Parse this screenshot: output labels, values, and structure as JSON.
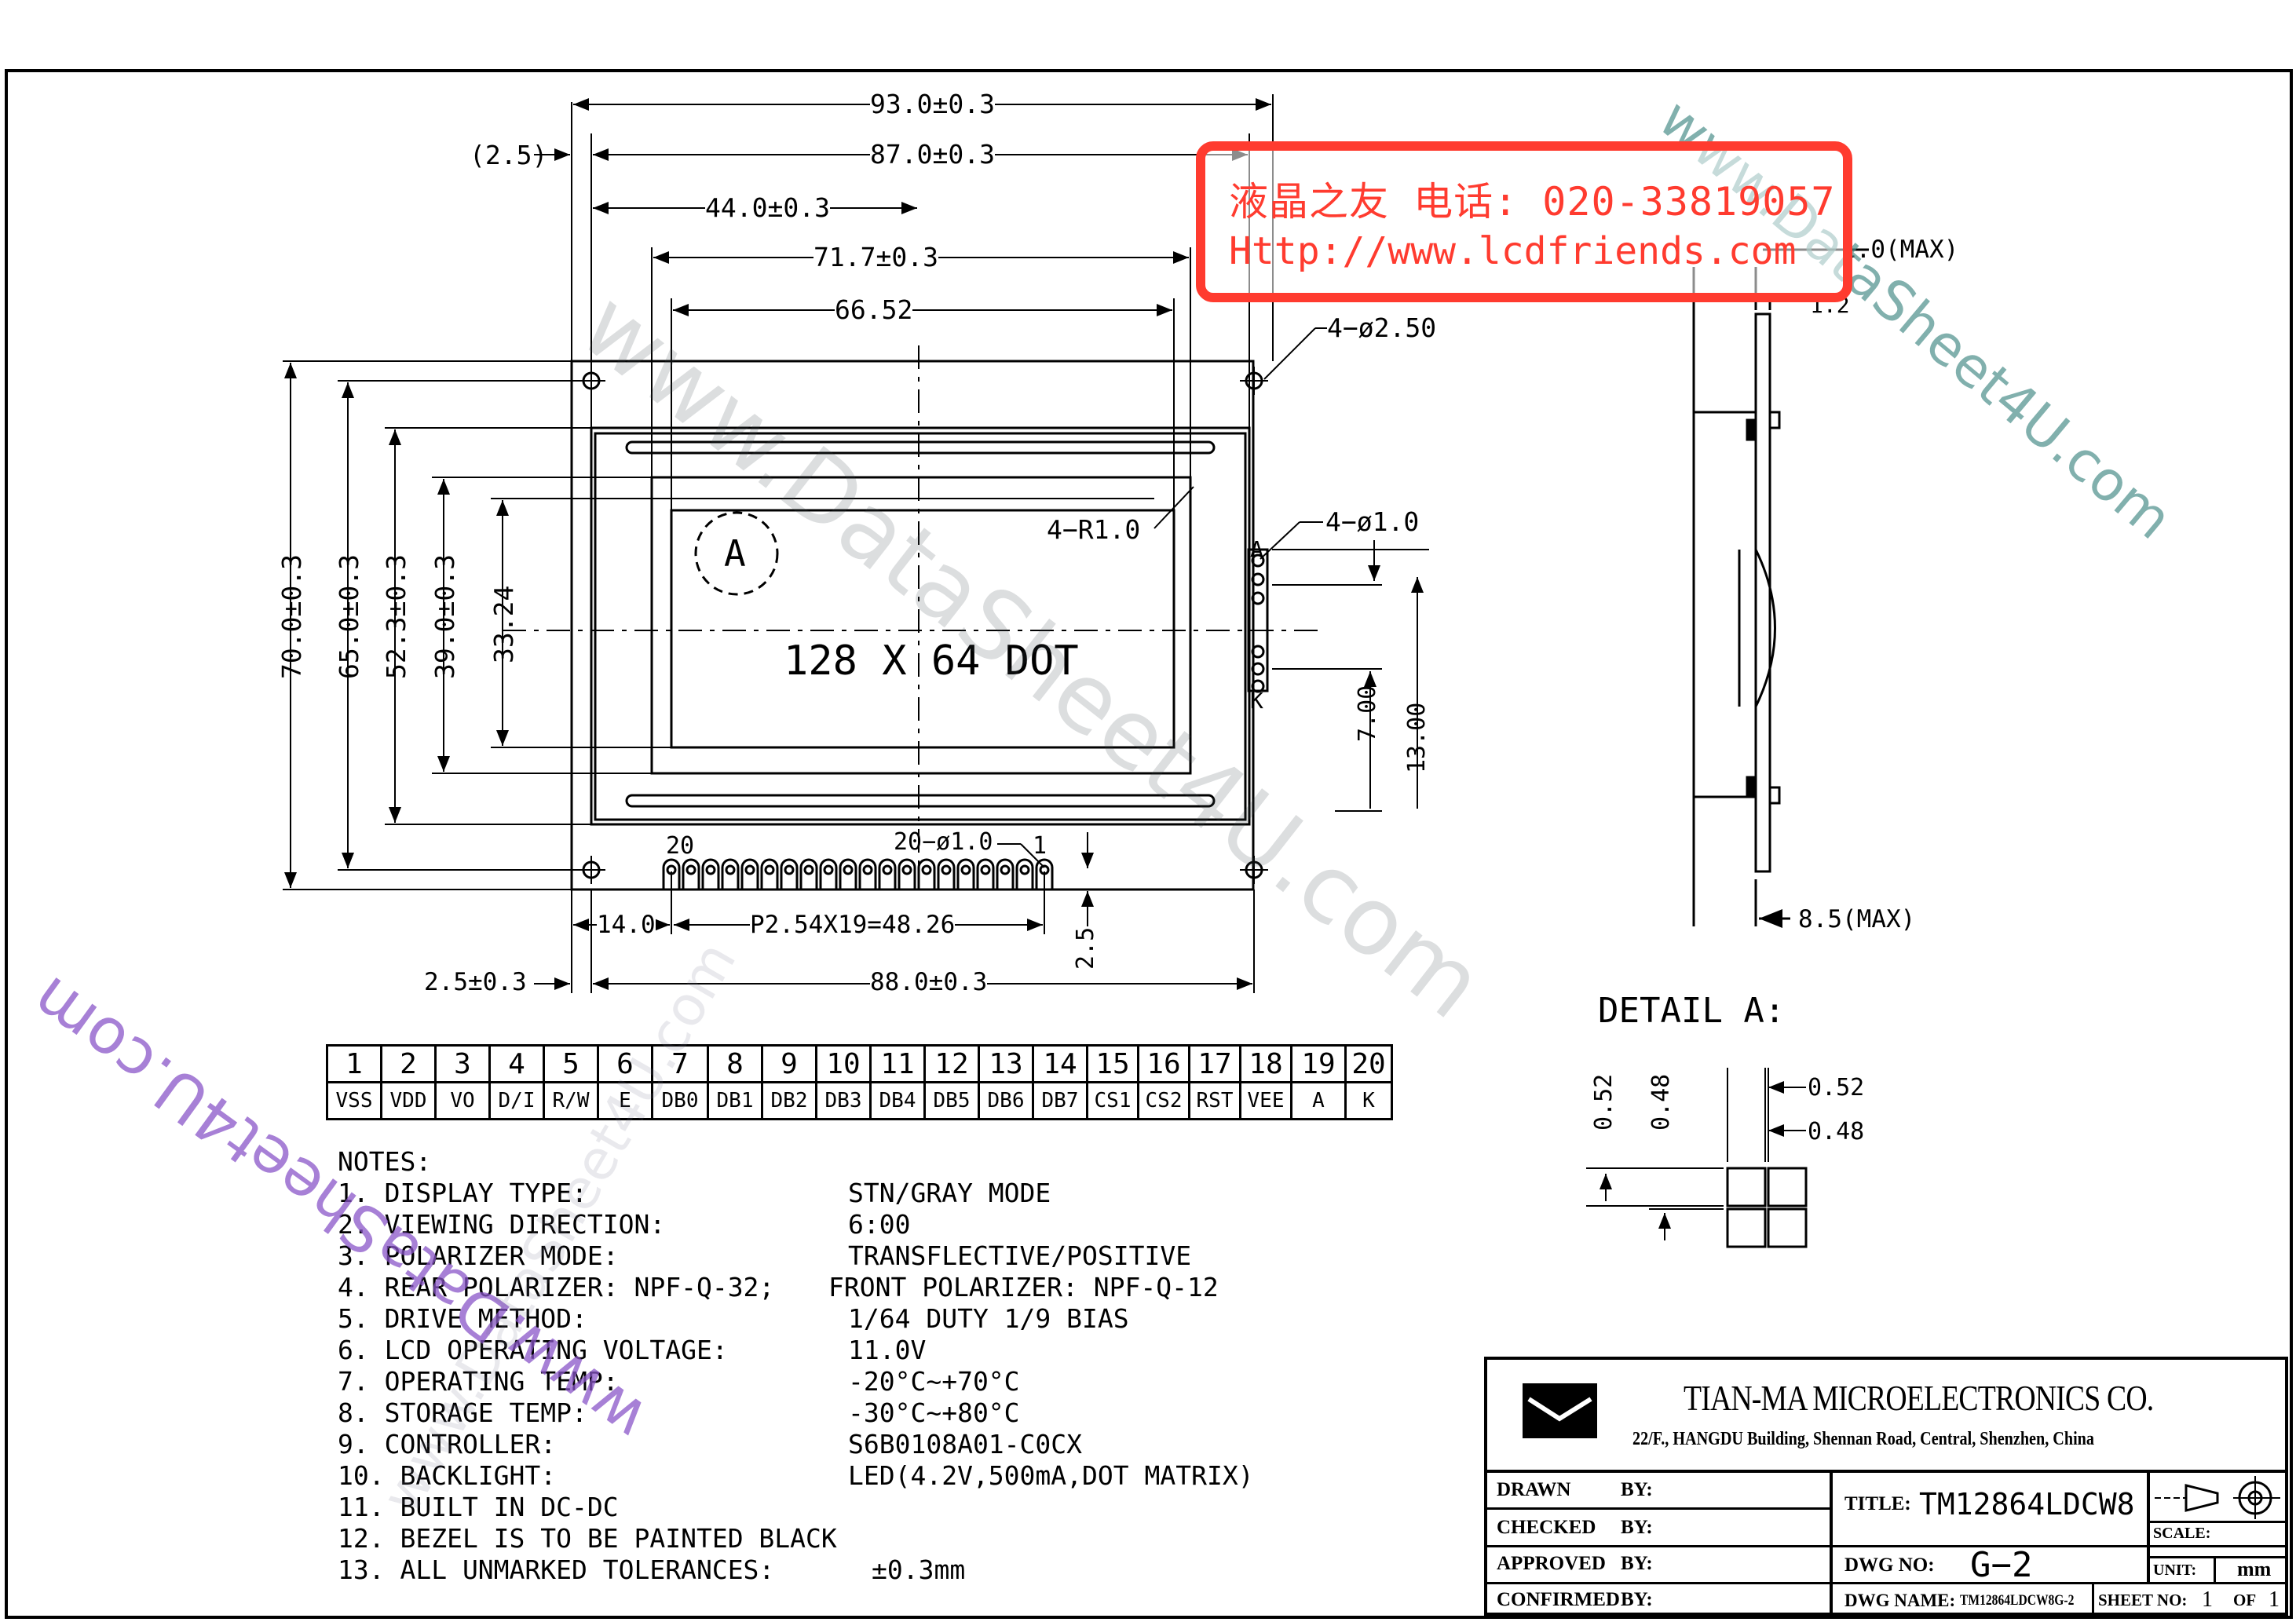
{
  "dimensions": {
    "overall_width": "93.0±0.3",
    "pad_left": "(2.5)",
    "bezel_width": "87.0±0.3",
    "center_offset": "44.0±0.3",
    "viewing_area_width": "71.7±0.3",
    "active_area_width": "66.52",
    "mount_holes": "4−ø2.50",
    "corner_radius": "4−R1.0",
    "side_holes": "4−ø1.0",
    "label_A": "A",
    "label_K": "K",
    "height_total": "70.0±0.3",
    "height_65": "65.0±0.3",
    "height_52": "52.3±0.3",
    "height_39": "39.0±0.3",
    "height_33": "33.24",
    "display_text": "128  X  64  DOT",
    "pin_left": "20",
    "pin_holes": "20−ø1.0",
    "pin_right": "1",
    "offset_14": "14.0",
    "pitch": "P2.54X19=48.26",
    "offset_25": "2.5",
    "left_25": "2.5±0.3",
    "width_88": "88.0±0.3",
    "dim_7": "7.00",
    "dim_13": "13.00",
    "side_max_top": "1.0(MAX)",
    "side_12": "1.2",
    "side_max_bottom": "8.5(MAX)"
  },
  "detail": {
    "title": "DETAIL  A:",
    "v052": "0.52",
    "v048": "0.48",
    "h052": "0.52",
    "h048": "0.48"
  },
  "pins": [
    {
      "num": "1",
      "name": "VSS"
    },
    {
      "num": "2",
      "name": "VDD"
    },
    {
      "num": "3",
      "name": "VO"
    },
    {
      "num": "4",
      "name": "D/I"
    },
    {
      "num": "5",
      "name": "R/W"
    },
    {
      "num": "6",
      "name": "E"
    },
    {
      "num": "7",
      "name": "DB0"
    },
    {
      "num": "8",
      "name": "DB1"
    },
    {
      "num": "9",
      "name": "DB2"
    },
    {
      "num": "10",
      "name": "DB3"
    },
    {
      "num": "11",
      "name": "DB4"
    },
    {
      "num": "12",
      "name": "DB5"
    },
    {
      "num": "13",
      "name": "DB6"
    },
    {
      "num": "14",
      "name": "DB7"
    },
    {
      "num": "15",
      "name": "CS1"
    },
    {
      "num": "16",
      "name": "CS2"
    },
    {
      "num": "17",
      "name": "RST"
    },
    {
      "num": "18",
      "name": "VEE"
    },
    {
      "num": "19",
      "name": "A"
    },
    {
      "num": "20",
      "name": "K"
    }
  ],
  "notes": {
    "heading": "NOTES:",
    "items": [
      {
        "label": "1. DISPLAY TYPE:",
        "value": "STN/GRAY MODE"
      },
      {
        "label": "2. VIEWING DIRECTION:",
        "value": "6:00"
      },
      {
        "label": "3. POLARIZER MODE:",
        "value": "TRANSFLECTIVE/POSITIVE"
      },
      {
        "label": "4. REAR POLARIZER: NPF-Q-32;",
        "value": "FRONT POLARIZER: NPF-Q-12"
      },
      {
        "label": "5. DRIVE METHOD:",
        "value": "1/64 DUTY 1/9 BIAS"
      },
      {
        "label": "6. LCD OPERATING VOLTAGE:",
        "value": "11.0V"
      },
      {
        "label": "7. OPERATING TEMP:",
        "value": "-20°C~+70°C"
      },
      {
        "label": "8. STORAGE TEMP:",
        "value": "-30°C~+80°C"
      },
      {
        "label": "9. CONTROLLER:",
        "value": "S6B0108A01-C0CX"
      },
      {
        "label": "10. BACKLIGHT:",
        "value": "LED(4.2V,500mA,DOT MATRIX)"
      },
      {
        "label": "11. BUILT IN DC-DC",
        "value": ""
      },
      {
        "label": "12. BEZEL IS TO BE PAINTED BLACK",
        "value": ""
      },
      {
        "label": "13. ALL UNMARKED TOLERANCES:",
        "value": "±0.3mm"
      }
    ]
  },
  "title_block": {
    "company": "TIAN-MA MICROELECTRONICS CO.",
    "address": "22/F., HANGDU Building, Shennan Road, Central, Shenzhen, China",
    "drawn": "DRAWN",
    "checked": "CHECKED",
    "approved": "APPROVED",
    "confirmed": "CONFIRMED",
    "by": "BY:",
    "title_label": "TITLE:",
    "title_value": "TM12864LDCW8",
    "dwg_no_label": "DWG   NO:",
    "dwg_no_value": "G−2",
    "dwg_name_label": "DWG  NAME:",
    "dwg_name_value": "TM12864LDCW8G-2",
    "scale_label": "SCALE:",
    "unit_label": "UNIT:",
    "unit_value": "mm",
    "sheet_label": "SHEET NO:",
    "sheet_value": "1",
    "of_label": "OF",
    "of_value": "1"
  },
  "watermark": {
    "cn_line": "液晶之友 电话: 020-33819057",
    "url_line": "Http://www.lcdfriends.com",
    "ds1": "www.DataSheet4U.com",
    "ds2": "www.DataSheet4U.com",
    "ds3": "www.DataSheet4U.com",
    "ds4": "www.DataSheet4U.com"
  },
  "colors": {
    "line": "#000000",
    "watermark_red": "#ff3b2f",
    "watermark_teal": "#4c8f8a",
    "watermark_purple": "#8a55c8"
  }
}
